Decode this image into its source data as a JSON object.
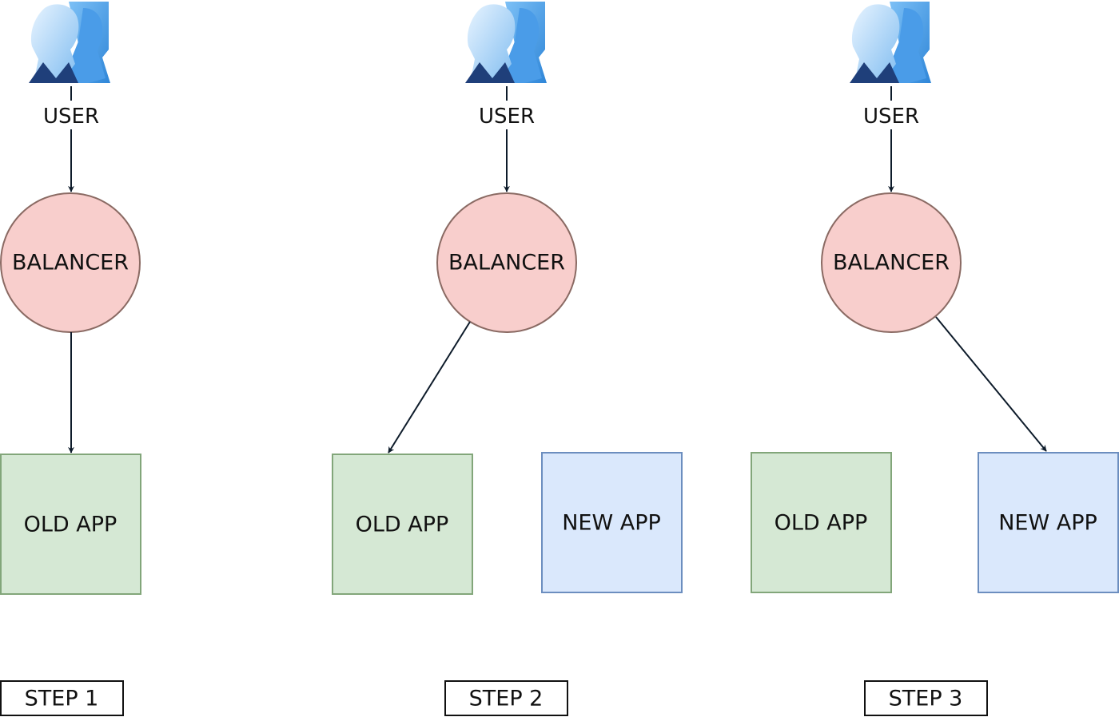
{
  "steps": [
    {
      "user_label": "USER",
      "balancer_label": "BALANCER",
      "apps": [
        "OLD APP"
      ],
      "step_label": "STEP 1"
    },
    {
      "user_label": "USER",
      "balancer_label": "BALANCER",
      "apps": [
        "OLD APP",
        "NEW APP"
      ],
      "step_label": "STEP 2"
    },
    {
      "user_label": "USER",
      "balancer_label": "BALANCER",
      "apps": [
        "OLD APP",
        "NEW APP"
      ],
      "step_label": "STEP 3"
    }
  ],
  "colors": {
    "balancer_fill": "#f8cecc",
    "balancer_stroke": "#8a6a63",
    "old_app_fill": "#d5e8d4",
    "old_app_stroke": "#82a67a",
    "new_app_fill": "#dae8fc",
    "new_app_stroke": "#6c8ebf",
    "arrow": "#0d1b2a",
    "user_icon_light": "#9fd0f8",
    "user_icon_mid": "#4a9ce8",
    "user_icon_dark": "#1f3f7a"
  },
  "icons": {
    "user": "user-group-icon"
  }
}
